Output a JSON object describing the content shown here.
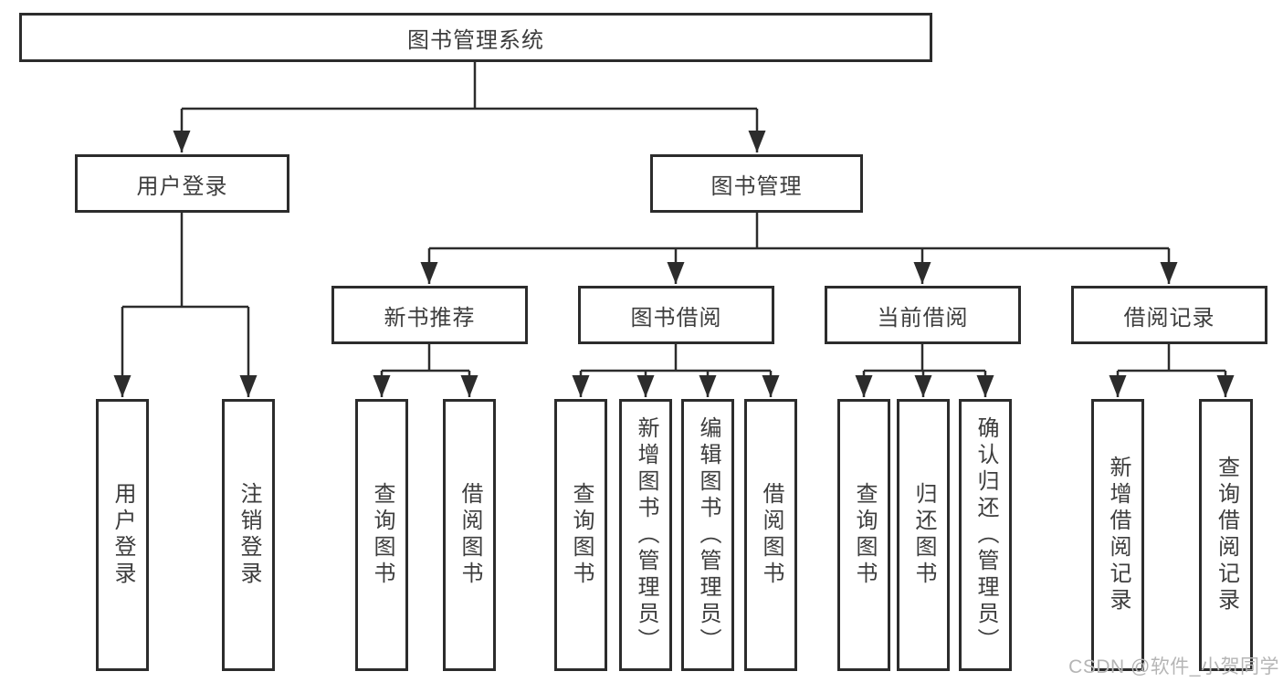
{
  "colors": {
    "line": "#2c2c2c",
    "text": "#3d3d3d",
    "box_bg": "#ffffff",
    "watermark": "#b5b5b5"
  },
  "watermark": {
    "text": "CSDN @软件_小贺同学"
  },
  "tree": {
    "root": {
      "label": "图书管理系统"
    },
    "branches": [
      {
        "label": "用户登录",
        "children": [
          {
            "label": "用户登录"
          },
          {
            "label": "注销登录"
          }
        ]
      },
      {
        "label": "图书管理",
        "children": [
          {
            "label": "新书推荐",
            "children": [
              {
                "label": "查询图书"
              },
              {
                "label": "借阅图书"
              }
            ]
          },
          {
            "label": "图书借阅",
            "children": [
              {
                "label": "查询图书"
              },
              {
                "label": "新增图书（管理员）"
              },
              {
                "label": "编辑图书（管理员）"
              },
              {
                "label": "借阅图书"
              }
            ]
          },
          {
            "label": "当前借阅",
            "children": [
              {
                "label": "查询图书"
              },
              {
                "label": "归还图书"
              },
              {
                "label": "确认归还（管理员）"
              }
            ]
          },
          {
            "label": "借阅记录",
            "children": [
              {
                "label": "新增借阅记录"
              },
              {
                "label": "查询借阅记录"
              }
            ]
          }
        ]
      }
    ]
  }
}
